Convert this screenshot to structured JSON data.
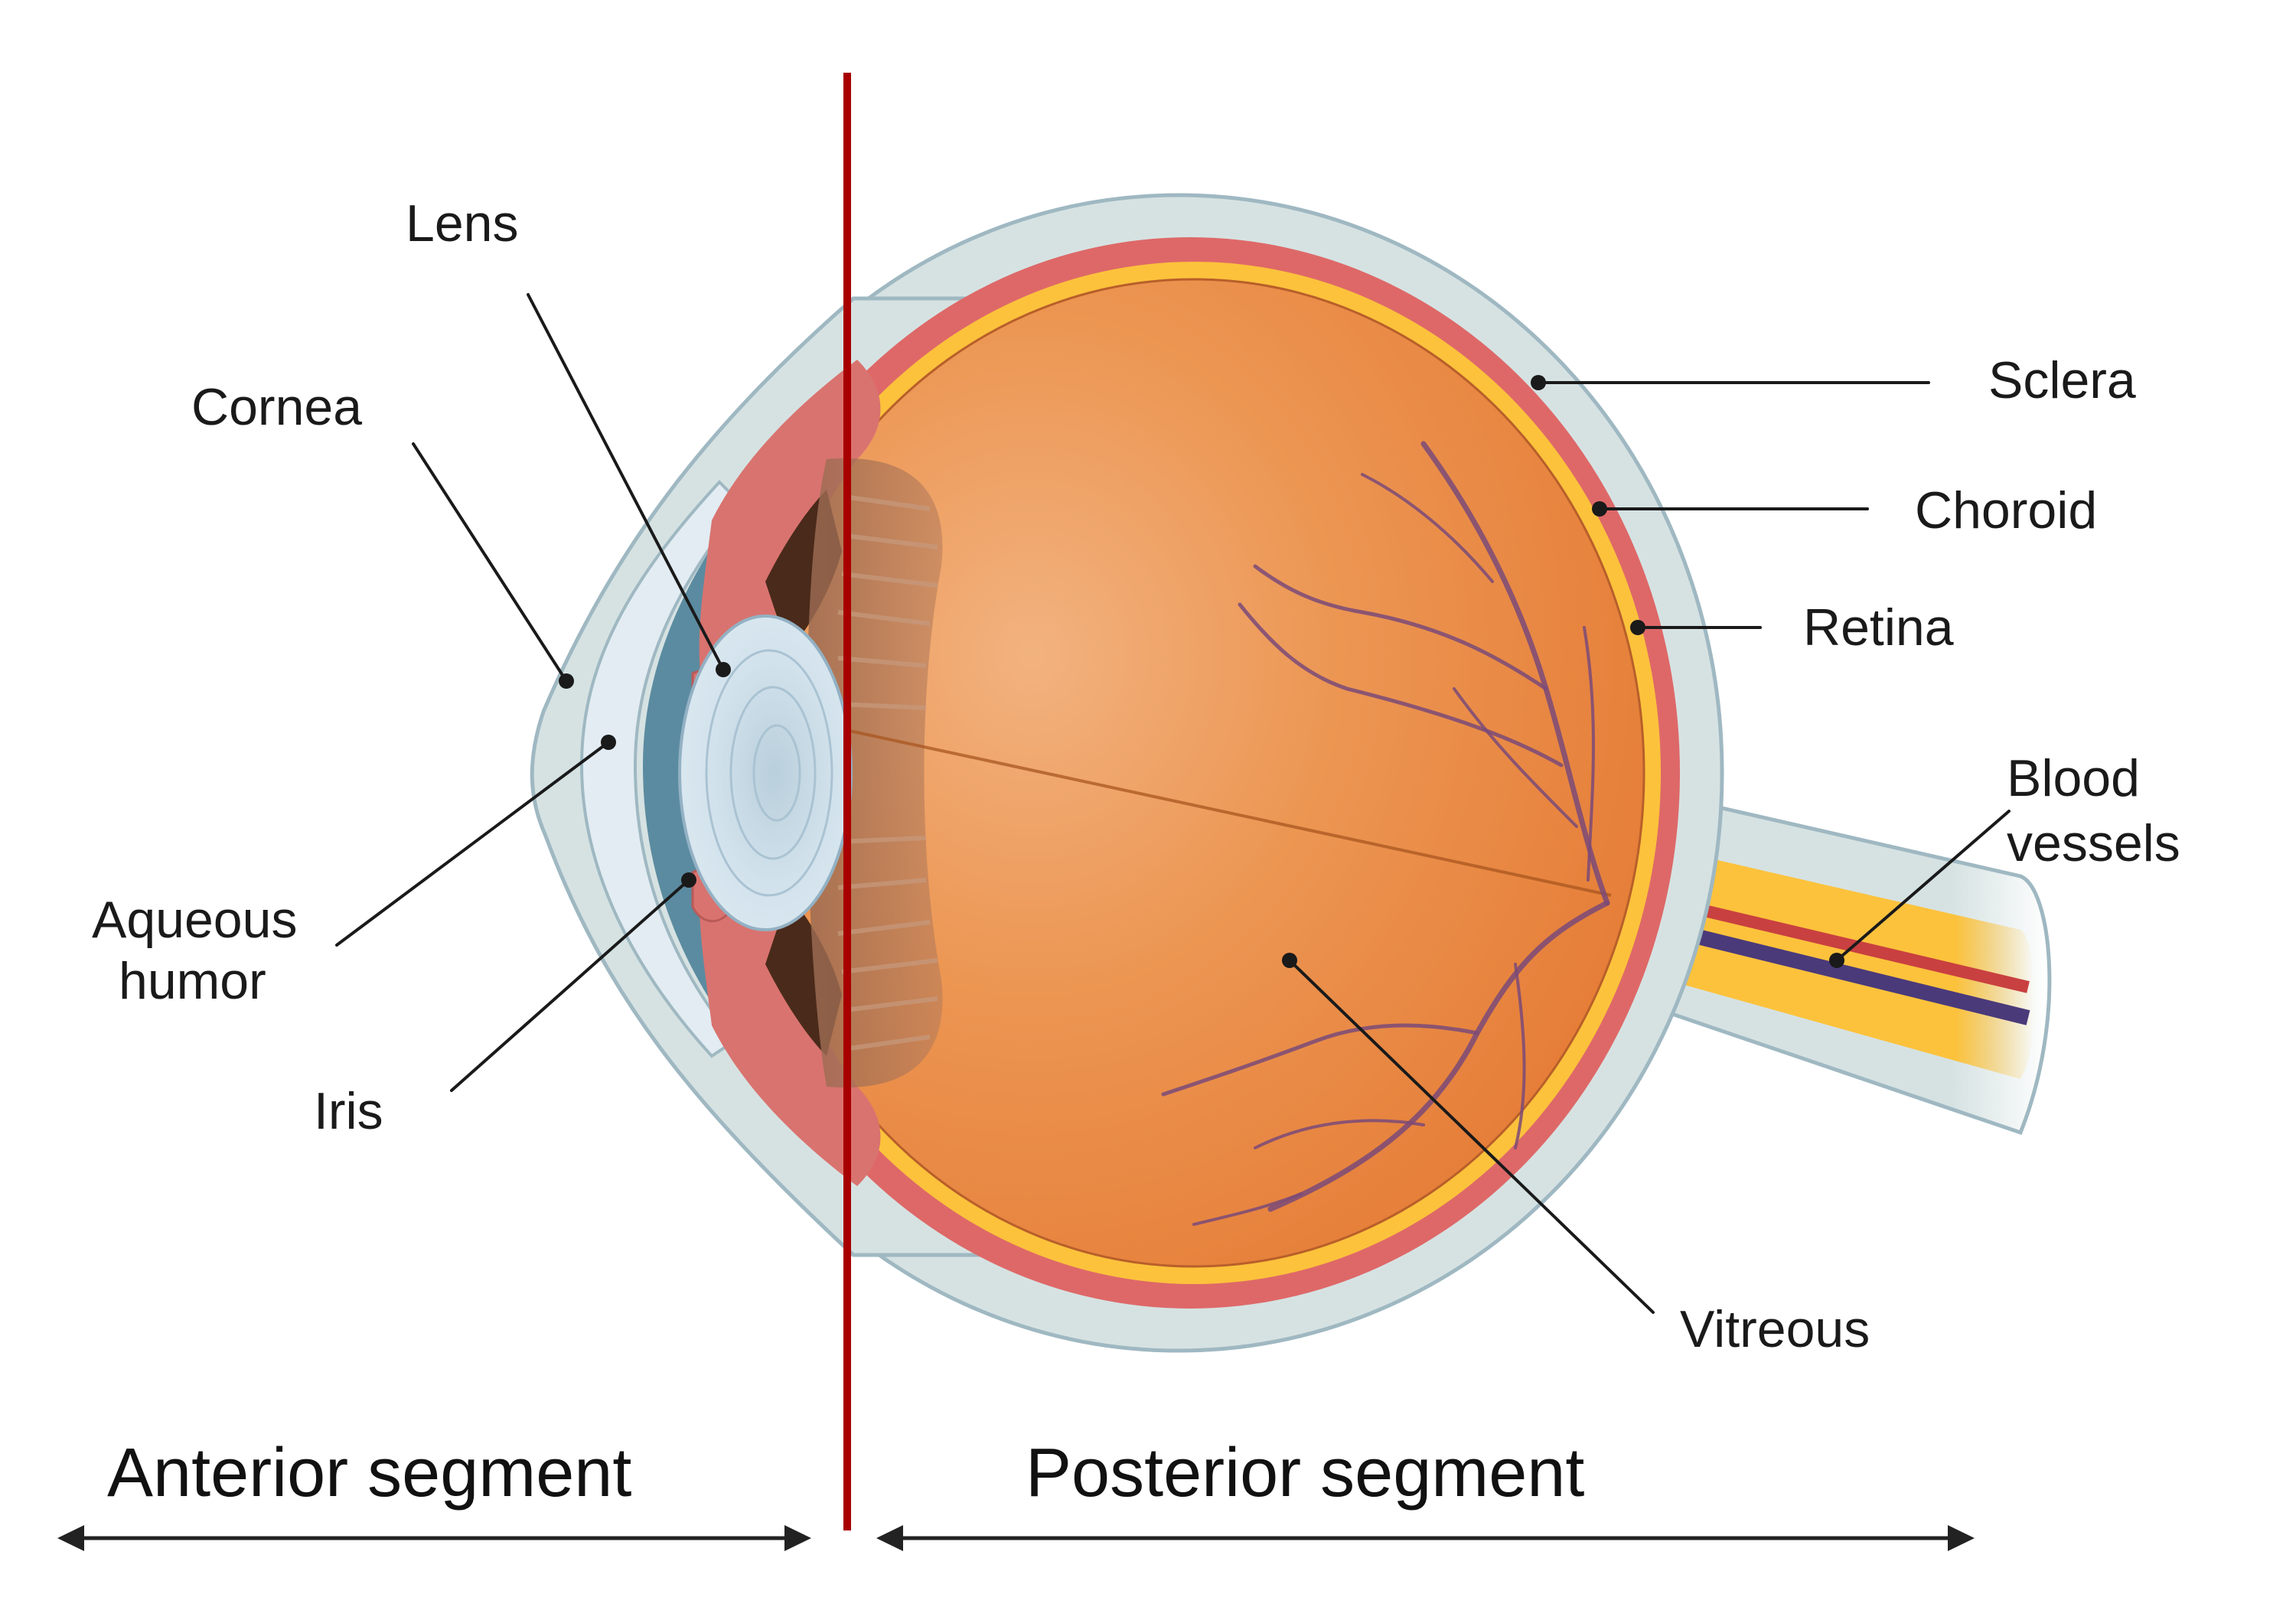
{
  "labels": {
    "lens": "Lens",
    "cornea": "Cornea",
    "aqueous_line1": "Aqueous",
    "aqueous_line2": "humor",
    "iris": "Iris",
    "sclera": "Sclera",
    "choroid": "Choroid",
    "retina": "Retina",
    "blood_line1": "Blood",
    "blood_line2": "vessels",
    "vitreous": "Vitreous"
  },
  "segments": {
    "anterior": "Anterior segment",
    "posterior": "Posterior segment"
  },
  "colors": {
    "sclera": "#d6e2e2",
    "sclera_outline": "#9fb8c2",
    "choroid": "#de6868",
    "retina": "#fcc23c",
    "vitreous": "#e8843f",
    "vitreous_highlight": "#f2b27f",
    "lens": "#c9dde8",
    "aqueous": "#5b8ba0",
    "iris_dark": "#0d5f86",
    "ciliary": "#d9736f",
    "divider": "#a80000",
    "artery": "#c94040",
    "vein": "#4a3a7a"
  }
}
